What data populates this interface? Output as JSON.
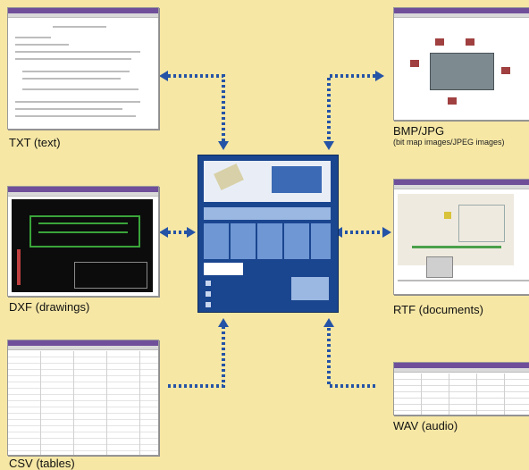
{
  "diagram": {
    "center": {
      "icon": "device-software-window-icon"
    },
    "formats": [
      {
        "id": "txt",
        "label": "TXT (text)"
      },
      {
        "id": "dxf",
        "label": "DXF (drawings)"
      },
      {
        "id": "csv",
        "label": "CSV (tables)"
      },
      {
        "id": "bmp",
        "label": "BMP/JPG",
        "sublabel": "(bit map images/JPEG images)"
      },
      {
        "id": "rtf",
        "label": "RTF (documents)"
      },
      {
        "id": "wav",
        "label": "WAV (audio)"
      }
    ],
    "colors": {
      "background": "#f6e7a5",
      "arrow": "#2553a6",
      "center": "#1f4fa3"
    }
  }
}
